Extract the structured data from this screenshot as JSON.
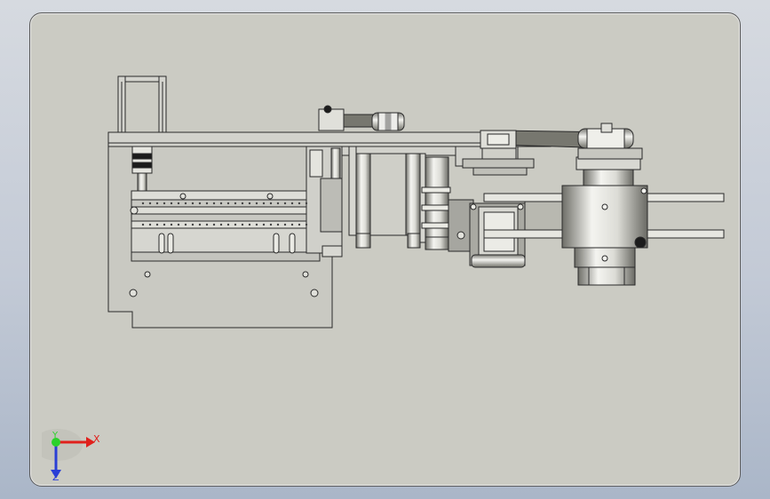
{
  "viewport": {
    "background": "#cbcbc3",
    "model_stroke": "#2a2a2a",
    "metal_light": "#f2f2ee",
    "metal_mid": "#b9b9b2",
    "metal_dark": "#6e6e68"
  },
  "triad": {
    "x_label": "X",
    "y_label": "Y",
    "z_label": "Z",
    "x_color": "#e0201c",
    "y_color": "#2bd12b",
    "z_color": "#2a3fd6"
  }
}
